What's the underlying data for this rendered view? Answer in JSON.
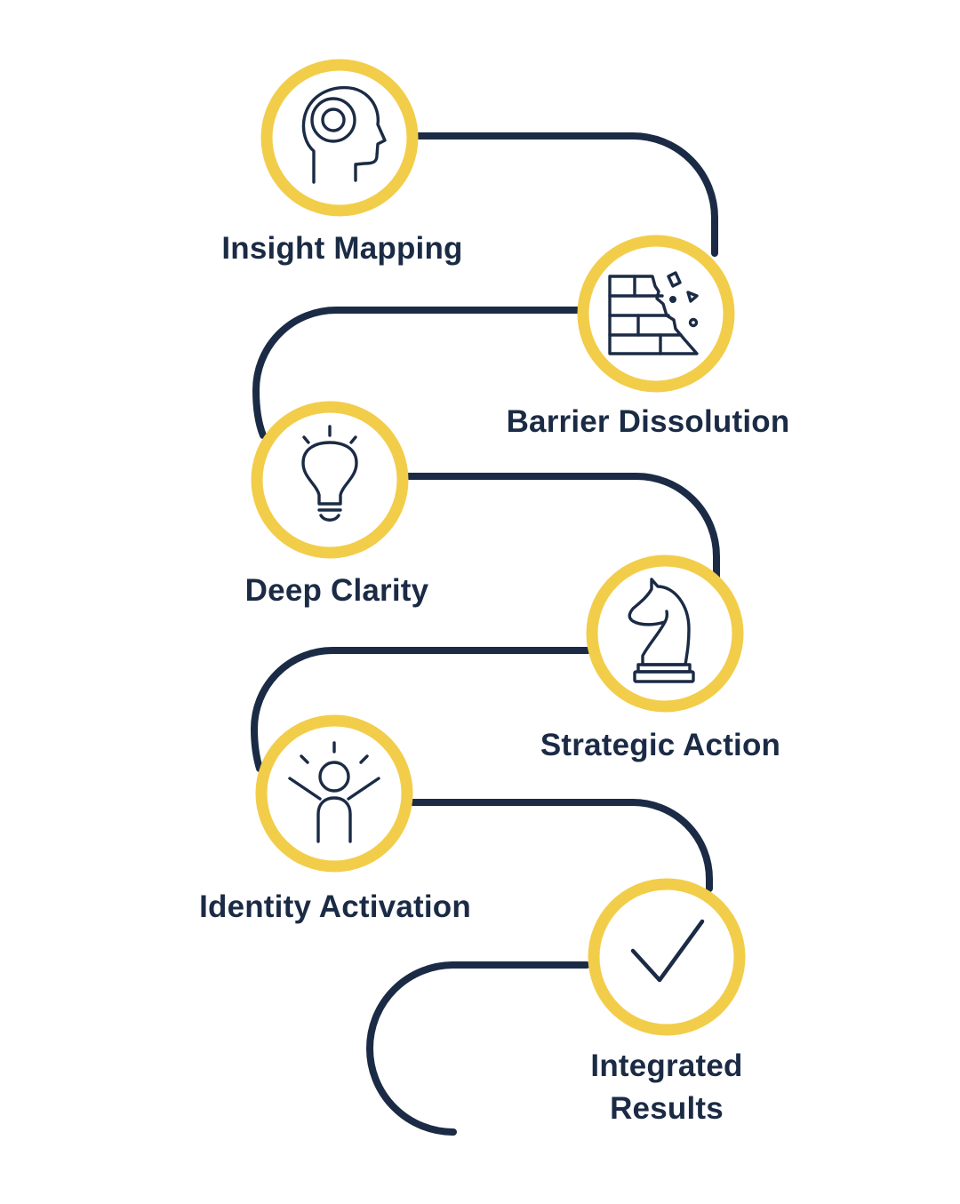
{
  "title": "Process path diagram",
  "colors": {
    "accent": "#F2CD4A",
    "ink": "#1B2B45",
    "background": "#FFFFFF"
  },
  "steps": [
    {
      "label": "Insight Mapping",
      "icon": "head-target-icon"
    },
    {
      "label": "Barrier Dissolution",
      "icon": "crumbling-wall-icon"
    },
    {
      "label": "Deep Clarity",
      "icon": "lightbulb-icon"
    },
    {
      "label": "Strategic Action",
      "icon": "chess-knight-icon"
    },
    {
      "label": "Identity Activation",
      "icon": "person-arms-raised-icon"
    },
    {
      "label": "Integrated Results",
      "label_lines": [
        "Integrated",
        "Results"
      ],
      "icon": "checkmark-icon"
    }
  ]
}
